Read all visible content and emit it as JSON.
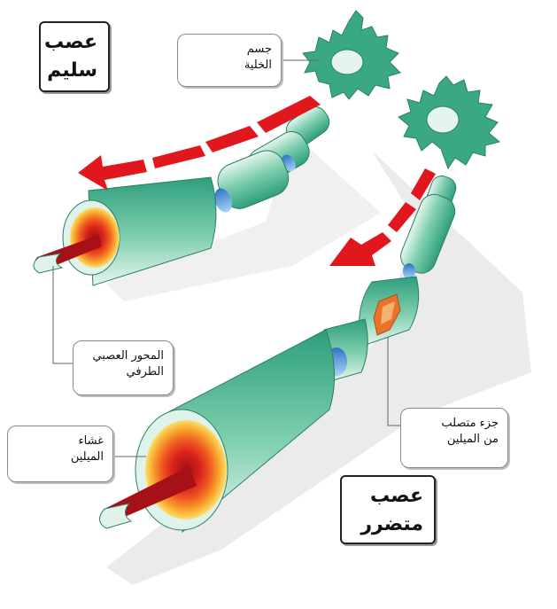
{
  "colors": {
    "neuron": "#2e9e7d",
    "neuron_light": "#d7f1e4",
    "node": "#4a90d9",
    "arrow": "#e0181e",
    "core": "#b31217",
    "ring_orange": "#f6a02a",
    "ring_yellow": "#fbe06a",
    "damage": "#e8742c",
    "shadow": "#d9d9d9"
  },
  "labels": {
    "healthy_nerve": "عصب\nسليم",
    "cell_body": "جسم\nالخلية",
    "axon": "المحور العصبي\nالطرفي",
    "myelin_sheath": "غشاء\nالميلين",
    "hardened_myelin": "جزء متصلب\nمن الميلين",
    "damaged_nerve": "عصب\nمتضرر"
  },
  "icons": {
    "signal": "red-dashed-arrow-icon",
    "cell": "neuron-cell-icon"
  }
}
